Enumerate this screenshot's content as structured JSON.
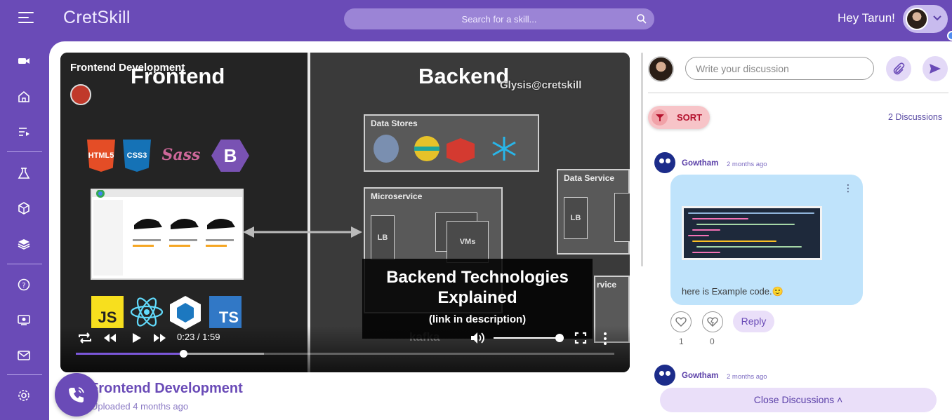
{
  "app": {
    "brand": "CretSkill"
  },
  "search": {
    "placeholder": "Search for a skill..."
  },
  "user": {
    "greeting": "Hey Tarun!"
  },
  "sidebar": {
    "items": [
      {
        "icon": "video-camera-icon"
      },
      {
        "icon": "home-icon"
      },
      {
        "icon": "playlist-icon"
      },
      {
        "icon": "lab-flask-icon"
      },
      {
        "icon": "box-icon"
      },
      {
        "icon": "layers-icon"
      },
      {
        "icon": "help-icon"
      },
      {
        "icon": "certificate-icon"
      },
      {
        "icon": "mail-icon"
      },
      {
        "icon": "settings-icon"
      }
    ]
  },
  "video": {
    "overlay_title": "Frontend Development",
    "frontend_label": "Frontend",
    "backend_label": "Backend",
    "watermark": "Glysis@cretskill",
    "tech_logos": [
      "HTML5",
      "CSS3",
      "Sass",
      "B",
      "JS",
      "TS"
    ],
    "diagram": {
      "data_stores": "Data Stores",
      "microservice": "Microservice",
      "data_service": "Data Service",
      "lb": "LB",
      "vms": "VMs",
      "service_partial": "rvice",
      "kafka": "kafka"
    },
    "caption_line1": "Backend Technologies",
    "caption_line2": "Explained",
    "caption_line3": "(link in description)",
    "time_display": "0:23 / 1:59",
    "progress_fraction": 0.2,
    "buffer_fraction": 0.35,
    "volume_fraction": 1.0,
    "title": "Frontend Development",
    "uploaded": "Uploaded 4 months ago"
  },
  "discussion": {
    "input_placeholder": "Write your discussion",
    "sort_label": "SORT",
    "count_label": "2 Discussions",
    "comments": [
      {
        "author": "Gowtham",
        "time": "2 months ago",
        "message": "here is Example code.🙂",
        "likes": "1",
        "dislikes": "0",
        "reply_label": "Reply"
      },
      {
        "author": "Gowtham",
        "time": "2 months ago"
      }
    ],
    "close_label": "Close Discussions ˄"
  },
  "colors": {
    "brand_purple": "#6a4bb7",
    "bubble_blue": "#bfe3fb",
    "sort_red": "#b4122d"
  }
}
